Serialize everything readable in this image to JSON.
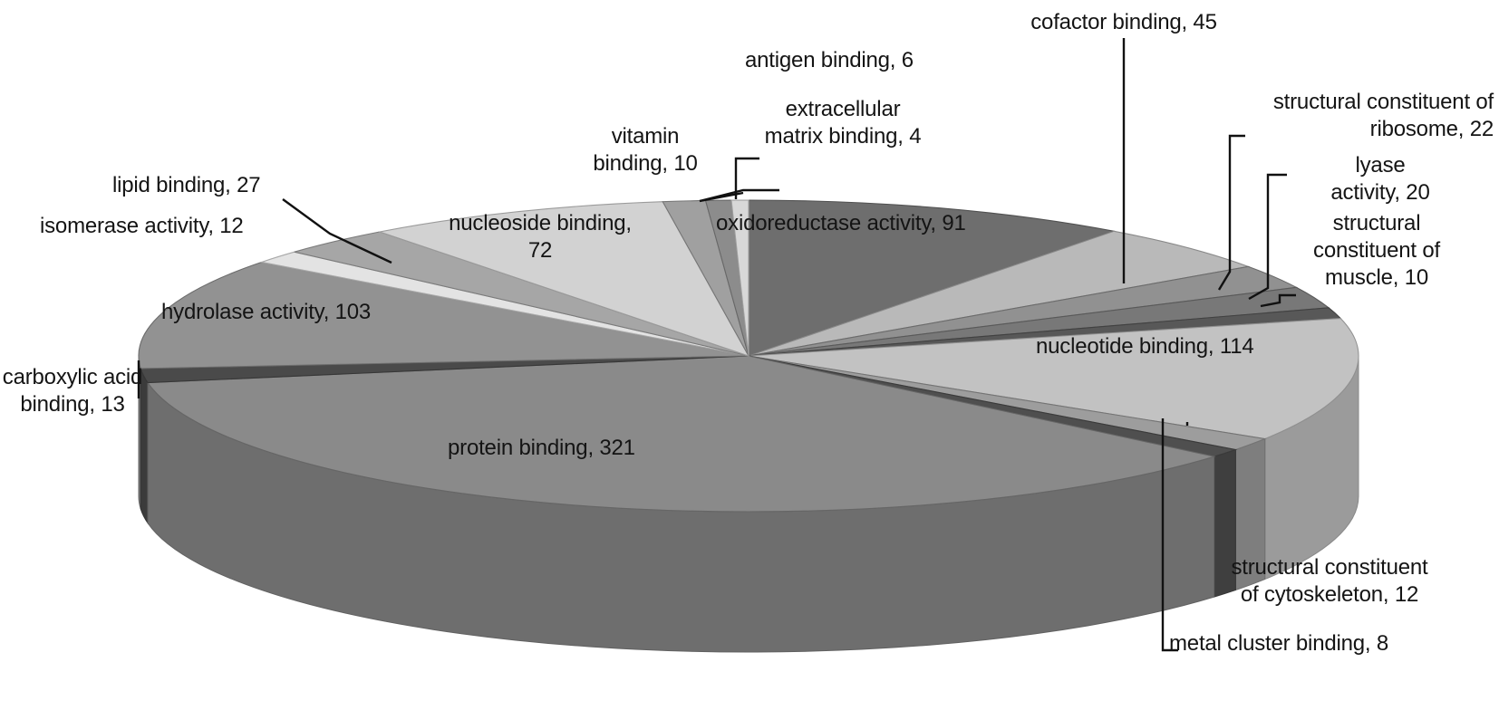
{
  "chart_data": {
    "type": "pie",
    "title": "",
    "subtitle": "",
    "xlabel": "",
    "ylabel": "",
    "legend_position": "none",
    "grid": false,
    "style": "3d-pie",
    "total": 890,
    "label_format": "name, value",
    "categories": [
      "oxidoreductase activity",
      "cofactor binding",
      "structural constituent of ribosome",
      "lyase activity",
      "structural constituent of muscle",
      "nucleotide binding",
      "structural constituent of cytoskeleton",
      "metal cluster binding",
      "protein binding",
      "carboxylic acid binding",
      "hydrolase activity",
      "isomerase activity",
      "lipid binding",
      "nucleoside binding",
      "vitamin binding",
      "antigen binding",
      "extracellular matrix binding"
    ],
    "values": [
      91,
      45,
      22,
      20,
      10,
      114,
      12,
      8,
      321,
      13,
      103,
      12,
      27,
      72,
      10,
      6,
      4
    ],
    "colors": [
      "#6e6e6e",
      "#b9b9b9",
      "#919191",
      "#787878",
      "#585858",
      "#c2c2c2",
      "#9d9d9d",
      "#4f4f4f",
      "#8a8a8a",
      "#4a4a4a",
      "#929292",
      "#e3e3e3",
      "#a6a6a6",
      "#d2d2d2",
      "#a0a0a0",
      "#8c8c8c",
      "#d8d8d8"
    ],
    "slice_labels": [
      "oxidoreductase activity, 91",
      "cofactor binding, 45",
      "structural constituent of\nribosome, 22",
      "lyase\nactivity, 20",
      "structural\nconstituent of\nmuscle, 10",
      "nucleotide binding, 114",
      "structural constituent\nof cytoskeleton, 12",
      "metal cluster binding, 8",
      "protein binding, 321",
      "carboxylic acid\nbinding, 13",
      "hydrolase activity, 103",
      "isomerase activity, 12",
      "lipid binding, 27",
      "nucleoside binding,\n72",
      "vitamin\nbinding, 10",
      "antigen binding, 6",
      "extracellular\nmatrix binding, 4"
    ]
  }
}
